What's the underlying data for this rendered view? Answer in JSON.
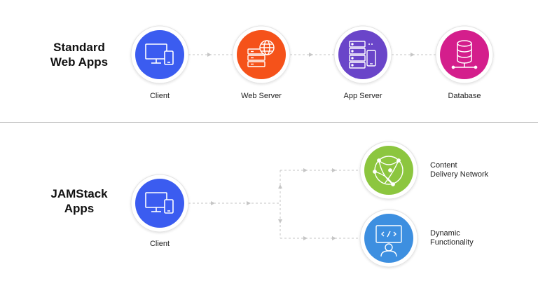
{
  "standard": {
    "title_line1": "Standard",
    "title_line2": "Web Apps",
    "nodes": [
      {
        "label": "Client",
        "color": "#3b5cf0",
        "icon": "desktop-mobile-icon"
      },
      {
        "label": "Web Server",
        "color": "#f5521a",
        "icon": "server-globe-icon"
      },
      {
        "label": "App Server",
        "color": "#6a45c9",
        "icon": "server-rack-phone-icon"
      },
      {
        "label": "Database",
        "color": "#d41e8c",
        "icon": "database-icon"
      }
    ]
  },
  "jamstack": {
    "title_line1": "JAMStack",
    "title_line2": "Apps",
    "client": {
      "label": "Client",
      "color": "#3b5cf0",
      "icon": "desktop-mobile-icon"
    },
    "cdn": {
      "label_line1": "Content",
      "label_line2": "Delivery Network",
      "color": "#8cc63f",
      "icon": "globe-network-icon"
    },
    "dynamic": {
      "label_line1": "Dynamic",
      "label_line2": "Functionality",
      "color": "#3d8fe0",
      "icon": "code-user-icon"
    }
  },
  "colors": {
    "connector": "#c6c6c6",
    "divider": "#b8b8b8",
    "ring": "#e4e4e4"
  }
}
